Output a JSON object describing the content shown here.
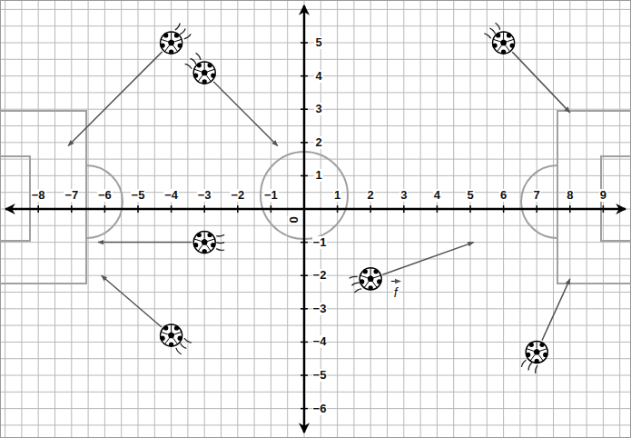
{
  "diagram": {
    "labels": [
      "5",
      "4",
      "3",
      "2",
      "1",
      "−8",
      "−7",
      "−6",
      "−5",
      "−4",
      "−3",
      "−2",
      "−1",
      "1",
      "2",
      "3",
      "4",
      "5",
      "6",
      "7",
      "8",
      "9",
      "0",
      "−1",
      "−2",
      "−3",
      "−4",
      "−5",
      "−6",
      "f"
    ]
  }
}
